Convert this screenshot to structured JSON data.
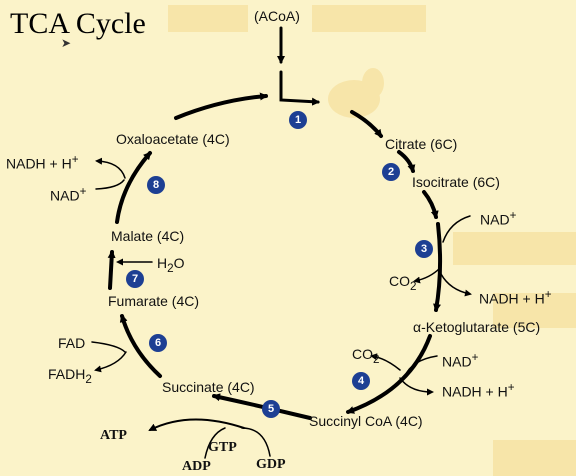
{
  "title": "TCA Cycle",
  "top_label": "(ACoA)",
  "labels": {
    "citrate": "Citrate (6C)",
    "isocitrate": "Isocitrate (6C)",
    "ketoglutarate": "α-Ketoglutarate (5C)",
    "succinyl_coa": "Succinyl CoA (4C)",
    "succinate": "Succinate (4C)",
    "fumarate": "Fumarate (4C)",
    "malate": "Malate (4C)",
    "oxaloacetate": "Oxaloacetate (4C)"
  },
  "cofactors": {
    "nad_3": "NAD+",
    "co2_3": "CO2",
    "nadh_3": "NADH + H+",
    "co2_4": "CO2",
    "nad_4": "NAD+",
    "nadh_4": "NADH + H+",
    "atp": "ATP",
    "gtp": "GTP",
    "adp": "ADP",
    "gdp": "GDP",
    "fad": "FAD",
    "fadh2": "FADH2",
    "h2o": "H2O",
    "nadh_8": "NADH + H+",
    "nad_8": "NAD+"
  },
  "steps": [
    "1",
    "2",
    "3",
    "4",
    "5",
    "6",
    "7",
    "8"
  ],
  "colors": {
    "background": "#fbf3c9",
    "blank_box": "#f7e5a9",
    "step_circle": "#1d3f93",
    "arrow": "#000000"
  }
}
